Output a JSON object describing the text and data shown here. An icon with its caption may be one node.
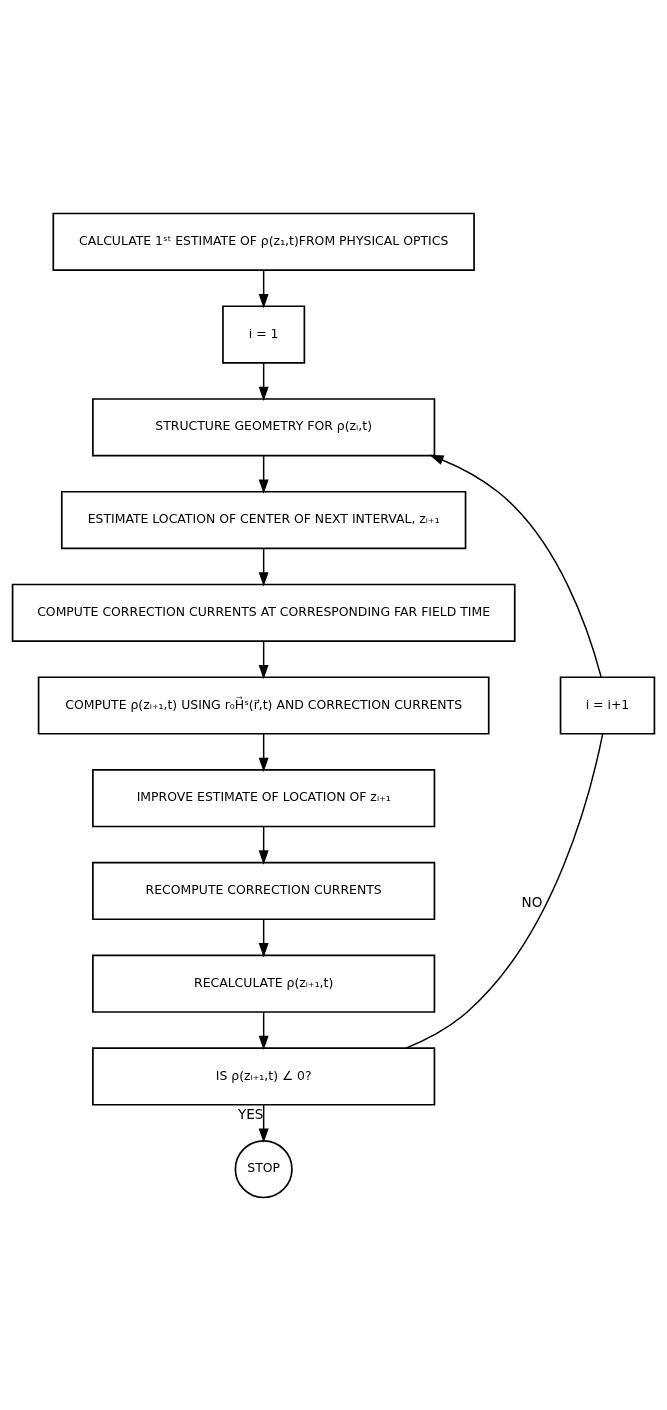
{
  "diagram": {
    "nodes": [
      {
        "text": [
          "CALCULATE 1ˢᵗ ESTIMATE OF ρ(z₁,t)FROM PHYSICAL OPTICS"
        ]
      },
      {
        "text": [
          "i = 1"
        ]
      },
      {
        "text": [
          "STRUCTURE GEOMETRY FOR ρ(zᵢ,t)"
        ]
      },
      {
        "text": [
          "ESTIMATE LOCATION OF CENTER OF NEXT INTERVAL, zᵢ₊₁"
        ]
      },
      {
        "text": [
          "COMPUTE CORRECTION CURRENTS AT CORRESPONDING FAR FIELD TIME"
        ]
      },
      {
        "text": [
          "COMPUTE ρ(zᵢ₊₁,t) USING r₀H⃗ˢ(r⃗,t) AND CORRECTION CURRENTS"
        ]
      },
      {
        "text": [
          "IMPROVE ESTIMATE OF LOCATION OF zᵢ₊₁"
        ]
      },
      {
        "text": [
          "RECOMPUTE CORRECTION CURRENTS"
        ]
      },
      {
        "text": [
          "RECALCULATE ρ(zᵢ₊₁,t)"
        ]
      },
      {
        "text": [
          "IS ρ(zᵢ₊₁,t) ∠ 0?"
        ]
      },
      {
        "text": [
          "i = i+1"
        ]
      },
      {
        "text": [
          "STOP"
        ]
      }
    ],
    "edges": [
      {
        "from": 0,
        "to": 1,
        "arrow": "to"
      },
      {
        "from": 1,
        "to": 2,
        "arrow": "to"
      },
      {
        "from": 2,
        "to": 3,
        "arrow": "to"
      },
      {
        "from": 3,
        "to": 4,
        "arrow": "to"
      },
      {
        "from": 4,
        "to": 5,
        "arrow": "to"
      },
      {
        "from": 5,
        "to": 6,
        "arrow": "to"
      },
      {
        "from": 6,
        "to": 7,
        "arrow": "to"
      },
      {
        "from": 7,
        "to": 8,
        "arrow": "to"
      },
      {
        "from": 8,
        "to": 9,
        "arrow": "to"
      },
      {
        "from": 9,
        "to": 10,
        "arrow": "none",
        "label": "NO"
      },
      {
        "from": 10,
        "to": 2,
        "arrow": "to"
      },
      {
        "from": 9,
        "to": 11,
        "arrow": "to",
        "label": "YES"
      }
    ]
  }
}
